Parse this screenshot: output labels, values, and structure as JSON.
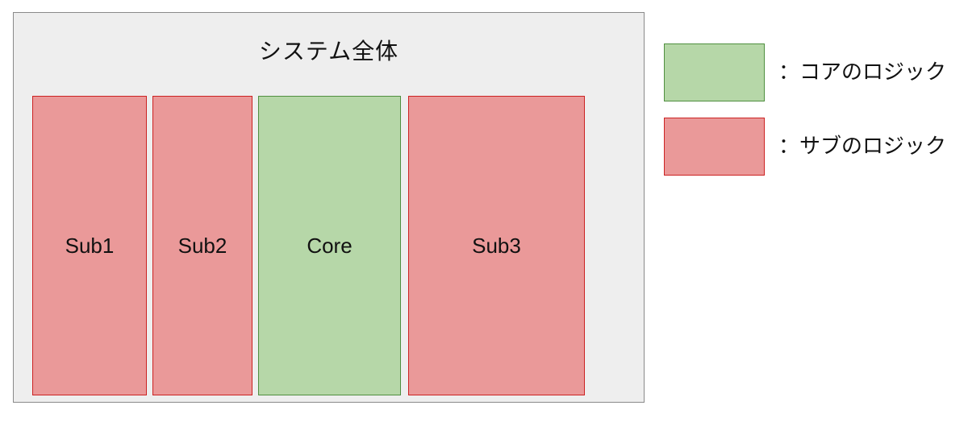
{
  "diagram": {
    "title": "システム全体",
    "modules": [
      {
        "label": "Sub1",
        "kind": "sub"
      },
      {
        "label": "Sub2",
        "kind": "sub"
      },
      {
        "label": "Core",
        "kind": "core"
      },
      {
        "label": "Sub3",
        "kind": "sub"
      }
    ],
    "legend": [
      {
        "label": "：コアのロジック",
        "kind": "core"
      },
      {
        "label": "：サブのロジック",
        "kind": "sub"
      }
    ],
    "colors": {
      "system_fill": "#eeeeee",
      "system_border": "#8a8a8a",
      "core_fill": "#b6d7a8",
      "core_border": "#4f8f3f",
      "sub_fill": "#ea9999",
      "sub_border": "#cc2222"
    }
  }
}
